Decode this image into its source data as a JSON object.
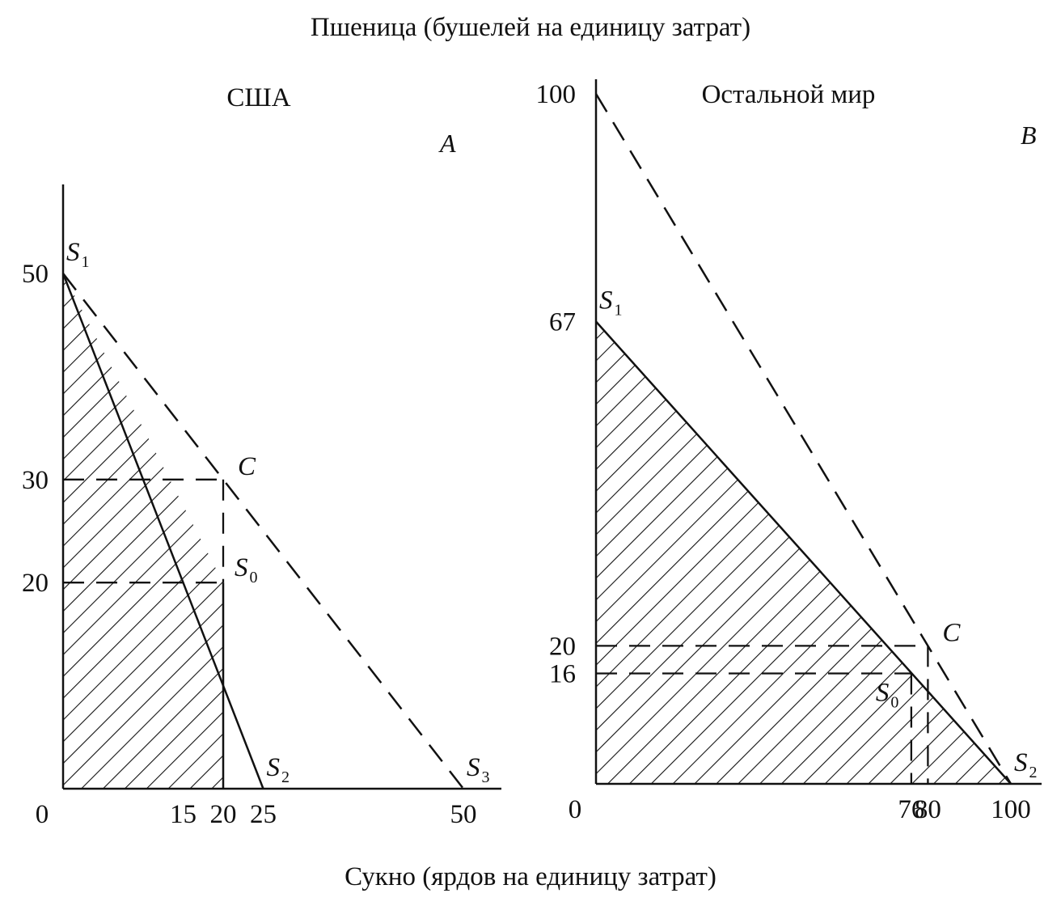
{
  "figure": {
    "top_title": "Пшеница (бушелей на единицу затрат)",
    "bottom_title": "Сукно (ярдов на единицу затрат)"
  },
  "colors": {
    "ink": "#111111",
    "background": "#ffffff"
  },
  "chart_data": [
    {
      "type": "line",
      "panel_title": "США",
      "panel_letter": "A",
      "xlim": [
        0,
        50
      ],
      "ylim": [
        0,
        60
      ],
      "x_ticks": [
        0,
        15,
        20,
        25,
        50
      ],
      "y_ticks": [
        20,
        30,
        50
      ],
      "x_tick_labels": [
        "0",
        "15",
        "20",
        "25",
        "50"
      ],
      "y_tick_labels": [
        "20",
        "30",
        "50"
      ],
      "series": [
        {
          "style": "solid",
          "points": [
            [
              0,
              50
            ],
            [
              25,
              0
            ]
          ]
        },
        {
          "style": "dashed",
          "points": [
            [
              0,
              50
            ],
            [
              50,
              0
            ]
          ]
        }
      ],
      "hatched_region": [
        [
          0,
          0
        ],
        [
          0,
          50
        ],
        [
          20,
          20
        ],
        [
          20,
          0
        ]
      ],
      "guides": [
        {
          "style": "dashed",
          "points": [
            [
              0,
              30
            ],
            [
              20,
              30
            ]
          ]
        },
        {
          "style": "dashed",
          "points": [
            [
              20,
              30
            ],
            [
              20,
              20
            ]
          ]
        },
        {
          "style": "dashed",
          "points": [
            [
              0,
              20
            ],
            [
              20,
              20
            ]
          ]
        }
      ],
      "point_labels": [
        {
          "label": "S",
          "sub": "1",
          "x": 0,
          "y": 50,
          "anchor": "above-right"
        },
        {
          "label": "C",
          "sub": "",
          "x": 20,
          "y": 30,
          "anchor": "right"
        },
        {
          "label": "S",
          "sub": "0",
          "x": 20,
          "y": 20,
          "anchor": "upper-right"
        },
        {
          "label": "S",
          "sub": "2",
          "x": 25,
          "y": 0,
          "anchor": "above-right"
        },
        {
          "label": "S",
          "sub": "3",
          "x": 50,
          "y": 0,
          "anchor": "above-right"
        }
      ]
    },
    {
      "type": "line",
      "panel_title": "Остальной мир",
      "panel_letter": "B",
      "xlim": [
        0,
        100
      ],
      "ylim": [
        0,
        100
      ],
      "x_ticks": [
        0,
        76,
        80,
        100
      ],
      "y_ticks": [
        16,
        20,
        67,
        100
      ],
      "x_tick_labels": [
        "0",
        "76",
        "80",
        "100"
      ],
      "y_tick_labels": [
        "16",
        "20",
        "67",
        "100"
      ],
      "series": [
        {
          "style": "solid",
          "points": [
            [
              0,
              67
            ],
            [
              100,
              0
            ]
          ]
        },
        {
          "style": "dashed",
          "points": [
            [
              0,
              100
            ],
            [
              100,
              0
            ]
          ]
        }
      ],
      "hatched_region": [
        [
          0,
          0
        ],
        [
          0,
          67
        ],
        [
          100,
          0
        ]
      ],
      "guides": [
        {
          "style": "dashed",
          "points": [
            [
              0,
              20
            ],
            [
              80,
              20
            ]
          ]
        },
        {
          "style": "dashed",
          "points": [
            [
              0,
              16
            ],
            [
              76,
              16
            ]
          ]
        },
        {
          "style": "dashed",
          "points": [
            [
              80,
              20
            ],
            [
              80,
              0
            ]
          ]
        },
        {
          "style": "dashed",
          "points": [
            [
              76,
              16
            ],
            [
              76,
              0
            ]
          ]
        }
      ],
      "point_labels": [
        {
          "label": "S",
          "sub": "1",
          "x": 0,
          "y": 67,
          "anchor": "above-right"
        },
        {
          "label": "C",
          "sub": "",
          "x": 80,
          "y": 20,
          "anchor": "right"
        },
        {
          "label": "S",
          "sub": "0",
          "x": 76,
          "y": 16,
          "anchor": "below-left"
        },
        {
          "label": "S",
          "sub": "2",
          "x": 100,
          "y": 0,
          "anchor": "above-right"
        }
      ]
    }
  ]
}
